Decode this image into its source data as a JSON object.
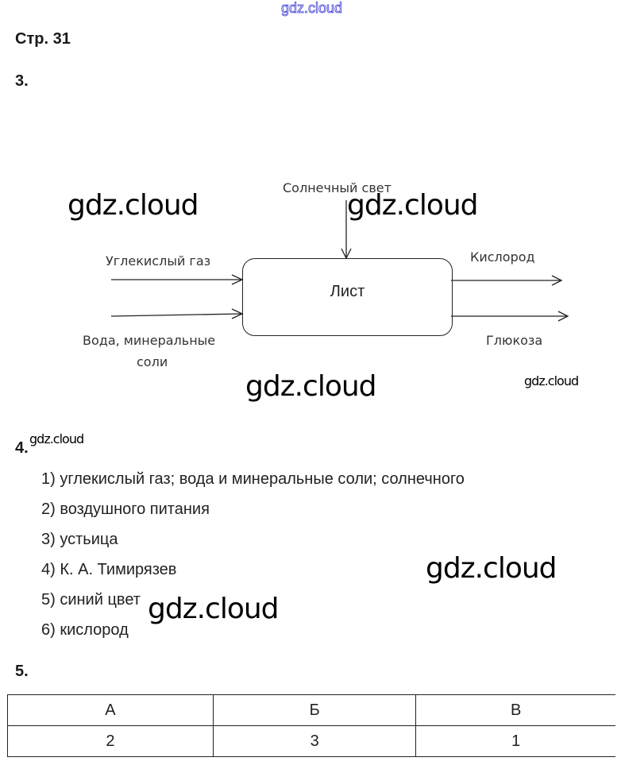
{
  "top_watermark": "gdz.cloud",
  "page_title": "Стр. 31",
  "task3": {
    "number": "3.",
    "diagram": {
      "center": "Лист",
      "inputs": {
        "top": "Солнечный свет",
        "left_1": "Углекислый газ",
        "left_2_line1": "Вода, минеральные",
        "left_2_line2": "соли"
      },
      "outputs": {
        "right_1": "Кислород",
        "right_2": "Глюкоза"
      }
    }
  },
  "task4": {
    "number": "4.",
    "items": [
      "1) углекислый газ; вода и минеральные соли; солнечного",
      "2) воздушного питания",
      "3) устьица",
      "4) К. А. Тимирязев",
      "5) синий цвет",
      "6) кислород"
    ]
  },
  "task5": {
    "number": "5.",
    "table": {
      "headers": [
        "А",
        "Б",
        "В"
      ],
      "values": [
        "2",
        "3",
        "1"
      ]
    }
  },
  "watermarks": [
    "gdz.cloud",
    "gdz.cloud",
    "gdz.cloud",
    "gdz.cloud",
    "gdz.cloud",
    "gdz.cloud",
    "gdz.cloud"
  ]
}
